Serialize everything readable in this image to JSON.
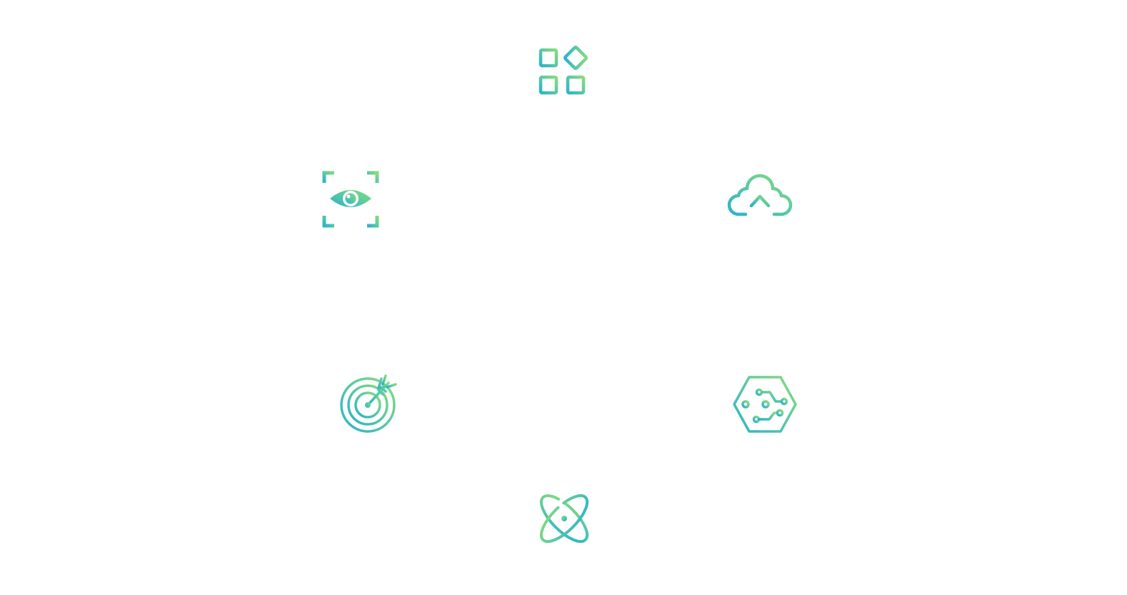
{
  "colors": {
    "gradient_start": "#2bb3cc",
    "gradient_end": "#86dd7d",
    "background": "#ffffff"
  },
  "icons": [
    {
      "id": "icon-apps",
      "name": "apps-grid-icon"
    },
    {
      "id": "icon-eye",
      "name": "eye-scan-icon"
    },
    {
      "id": "icon-cloud",
      "name": "cloud-upload-icon"
    },
    {
      "id": "icon-target",
      "name": "target-arrow-icon"
    },
    {
      "id": "icon-hex",
      "name": "circuit-hexagon-icon"
    },
    {
      "id": "icon-atom",
      "name": "atom-icon"
    }
  ]
}
